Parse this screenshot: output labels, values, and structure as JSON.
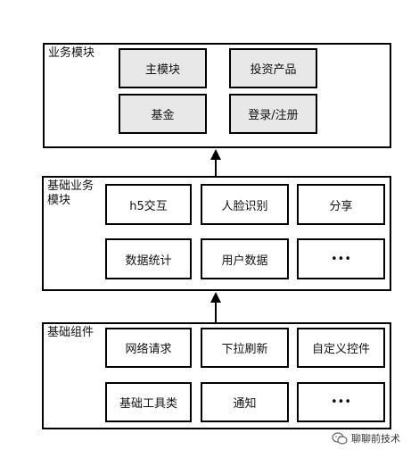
{
  "layers": {
    "business": {
      "title": "业务模块",
      "modules": [
        "主模块",
        "投资产品",
        "基金",
        "登录/注册"
      ]
    },
    "base_business": {
      "title": "基础业务\n模块",
      "modules": [
        "h5交互",
        "人脸识别",
        "分享",
        "数据统计",
        "用户数据",
        "•••"
      ]
    },
    "components": {
      "title": "基础组件",
      "modules": [
        "网络请求",
        "下拉刷新",
        "自定义控件",
        "基础工具类",
        "通知",
        "•••"
      ]
    }
  },
  "watermark": {
    "text": "聊聊前技术",
    "icon": "wechat-icon"
  },
  "colors": {
    "grey_module": "#e8e8e8",
    "border": "#000000"
  }
}
